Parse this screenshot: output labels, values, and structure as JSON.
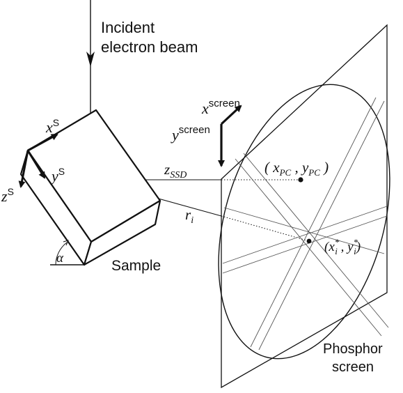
{
  "beam": {
    "label_line1": "Incident",
    "label_line2": "electron beam"
  },
  "screen_axes": {
    "x_label": "x",
    "x_sup": "screen",
    "y_label": "y",
    "y_sup": "screen"
  },
  "sample_axes": {
    "x_label": "x",
    "x_sup": "S",
    "y_label": "y",
    "y_sup": "S",
    "z_label": "z",
    "z_sup": "S"
  },
  "sample": {
    "label": "Sample",
    "tilt_symbol": "α"
  },
  "distance": {
    "z_symbol": "z",
    "z_sub": "SSD",
    "r_symbol": "r",
    "r_sub": "i"
  },
  "pattern_center": {
    "open": "( x",
    "sub1": "PC",
    "mid": " , y",
    "sub2": "PC",
    "close": " )"
  },
  "point_i": {
    "open": "(x",
    "sup1": "*",
    "sub1": "i",
    "mid": " , y",
    "sup2": "*",
    "sub2": "i",
    "close": ")"
  },
  "screen": {
    "label_line1": "Phosphor",
    "label_line2": "screen"
  }
}
